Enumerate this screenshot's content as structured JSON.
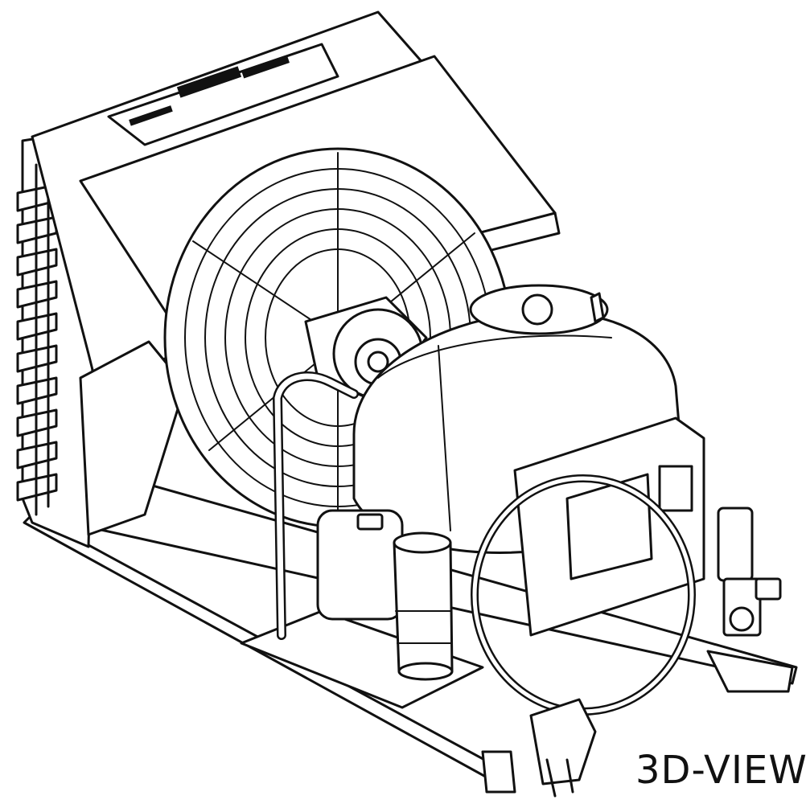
{
  "diagram": {
    "view_label": "3D-VIEW",
    "components": [
      {
        "name": "condenser-coil",
        "icon": "condenser-coil-icon"
      },
      {
        "name": "condenser-fan",
        "icon": "fan-icon"
      },
      {
        "name": "fan-guard",
        "icon": "fan-guard-icon"
      },
      {
        "name": "compressor",
        "icon": "compressor-icon"
      },
      {
        "name": "electrical-box",
        "icon": "electrical-box-icon"
      },
      {
        "name": "receiver",
        "icon": "receiver-icon"
      },
      {
        "name": "filter-drier",
        "icon": "filter-drier-icon"
      },
      {
        "name": "capillary-loop",
        "icon": "capillary-loop-icon"
      },
      {
        "name": "service-valve",
        "icon": "service-valve-icon"
      },
      {
        "name": "power-plug",
        "icon": "power-plug-icon"
      },
      {
        "name": "base-frame",
        "icon": "base-frame-icon"
      },
      {
        "name": "rating-label",
        "icon": "rating-label-icon"
      }
    ]
  }
}
